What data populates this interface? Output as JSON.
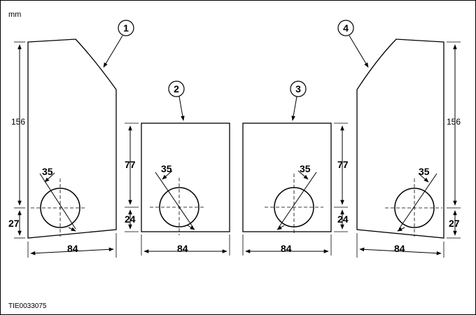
{
  "units": "mm",
  "reference": "TIE0033075",
  "callouts": [
    "1",
    "2",
    "3",
    "4"
  ],
  "panels": [
    {
      "callout": "1",
      "height_label": "156",
      "width_label": "84",
      "hole_offset_label": "27",
      "hole_diameter_label": "35"
    },
    {
      "callout": "2",
      "height_label": "77",
      "width_label": "84",
      "hole_offset_label": "24",
      "hole_diameter_label": "35"
    },
    {
      "callout": "3",
      "height_label": "77",
      "width_label": "84",
      "hole_offset_label": "24",
      "hole_diameter_label": "35"
    },
    {
      "callout": "4",
      "height_label": "156",
      "width_label": "84",
      "hole_offset_label": "27",
      "hole_diameter_label": "35"
    }
  ]
}
